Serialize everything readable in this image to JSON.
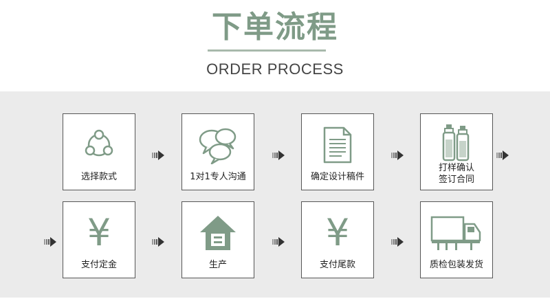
{
  "header": {
    "title": "下单流程",
    "subtitle": "ORDER PROCESS"
  },
  "steps": [
    {
      "label": "选择款式",
      "icon": "network-nodes-icon"
    },
    {
      "label": "1对1专人沟通",
      "icon": "chat-bubbles-icon"
    },
    {
      "label": "确定设计稿件",
      "icon": "document-icon"
    },
    {
      "label_line1": "打样确认",
      "label_line2": "签订合同",
      "icon": "bottles-icon"
    },
    {
      "label": "支付定金",
      "icon": "yen-icon",
      "glyph": "¥"
    },
    {
      "label": "生产",
      "icon": "house-icon"
    },
    {
      "label": "支付尾款",
      "icon": "yen-icon",
      "glyph": "¥"
    },
    {
      "label": "质检包装发货",
      "icon": "truck-icon"
    }
  ],
  "colors": {
    "accent": "#7f9b87",
    "panel": "#ebebeb",
    "card_border": "#555555",
    "arrow": "#333333"
  }
}
